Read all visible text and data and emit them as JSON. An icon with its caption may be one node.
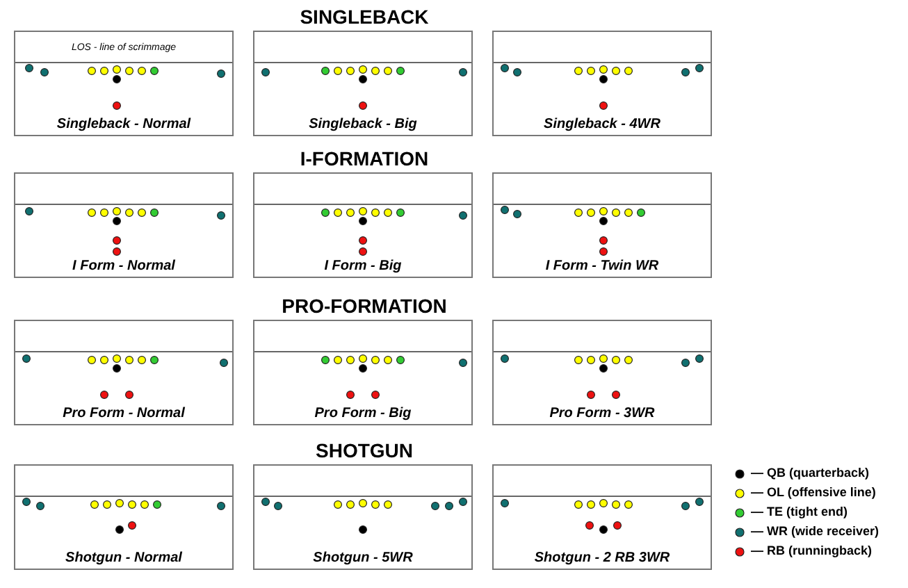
{
  "diagram": {
    "nodes": [
      {
        "text": [
          "LOS - line of scrimmage",
          "Singleback - Normal"
        ]
      },
      {
        "text": [
          "Singleback - Big"
        ]
      },
      {
        "text": [
          "Singleback - 4WR"
        ]
      },
      {
        "text": [
          "I Form - Normal"
        ]
      },
      {
        "text": [
          "I Form - Big"
        ]
      },
      {
        "text": [
          "I Form - Twin WR"
        ]
      },
      {
        "text": [
          "Pro Form - Normal"
        ]
      },
      {
        "text": [
          "Pro Form - Big"
        ]
      },
      {
        "text": [
          "Pro Form - 3WR"
        ]
      },
      {
        "text": [
          "Shotgun - Normal"
        ]
      },
      {
        "text": [
          "Shotgun - 5WR"
        ]
      },
      {
        "text": [
          "Shotgun - 2 RB 3WR"
        ]
      }
    ],
    "edges": [],
    "labels": [
      "SINGLEBACK",
      "I-FORMATION",
      "PRO-FORMATION",
      "SHOTGUN"
    ],
    "legend": [
      {
        "text": "— QB (quarterback)",
        "color": "#000000"
      },
      {
        "text": "— OL (offensive line)",
        "color": "#ffff00"
      },
      {
        "text": "— TE (tight end)",
        "color": "#33cc33"
      },
      {
        "text": "— WR (wide receiver)",
        "color": "#107070"
      },
      {
        "text": "— RB (runningback)",
        "color": "#ee1111"
      }
    ]
  }
}
